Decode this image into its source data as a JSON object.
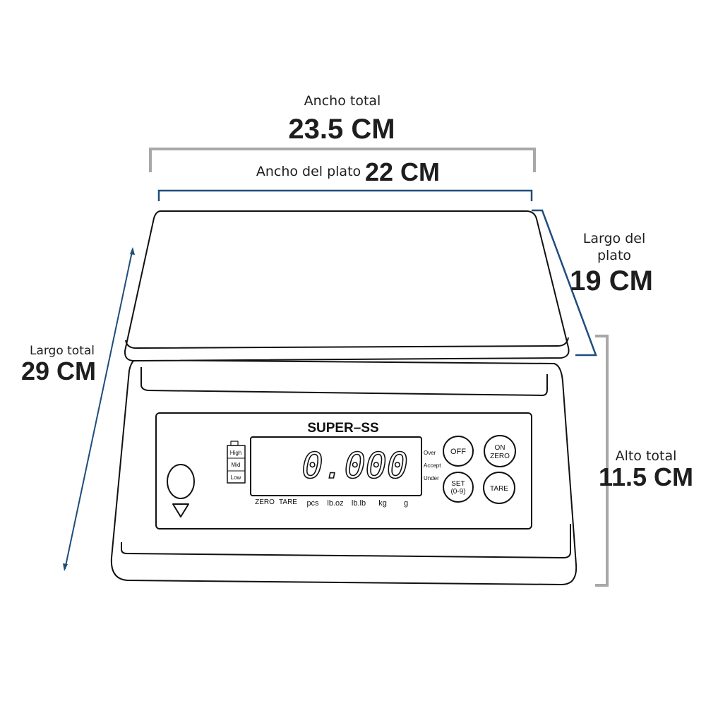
{
  "dimensions": {
    "total_width": {
      "label": "Ancho total",
      "value": "23.5 CM"
    },
    "plate_width": {
      "label": "Ancho del plato",
      "value": "22 CM"
    },
    "plate_length": {
      "label_line1": "Largo del",
      "label_line2": "plato",
      "value": "19 CM"
    },
    "total_length": {
      "label": "Largo total",
      "value": "29 CM"
    },
    "total_height": {
      "label": "Alto total",
      "value": "11.5 CM"
    }
  },
  "scale": {
    "brand": "SUPER–SS",
    "reading": "0.000",
    "battery_levels": [
      "High",
      "Mid",
      "Low"
    ],
    "status": [
      "Over",
      "Accept",
      "Under"
    ],
    "units": [
      "ZERO",
      "TARE",
      "pcs",
      "lb.oz",
      "lb.lb",
      "kg",
      "g"
    ],
    "buttons": {
      "off": "OFF",
      "on_zero_line1": "ON",
      "on_zero_line2": "ZERO",
      "set_line1": "SET",
      "set_line2": "(0-9)",
      "tare": "TARE"
    }
  },
  "colors": {
    "gray_bracket": "#a8a8a8",
    "blue_bracket": "#1e4d7b",
    "outline": "#111111"
  }
}
